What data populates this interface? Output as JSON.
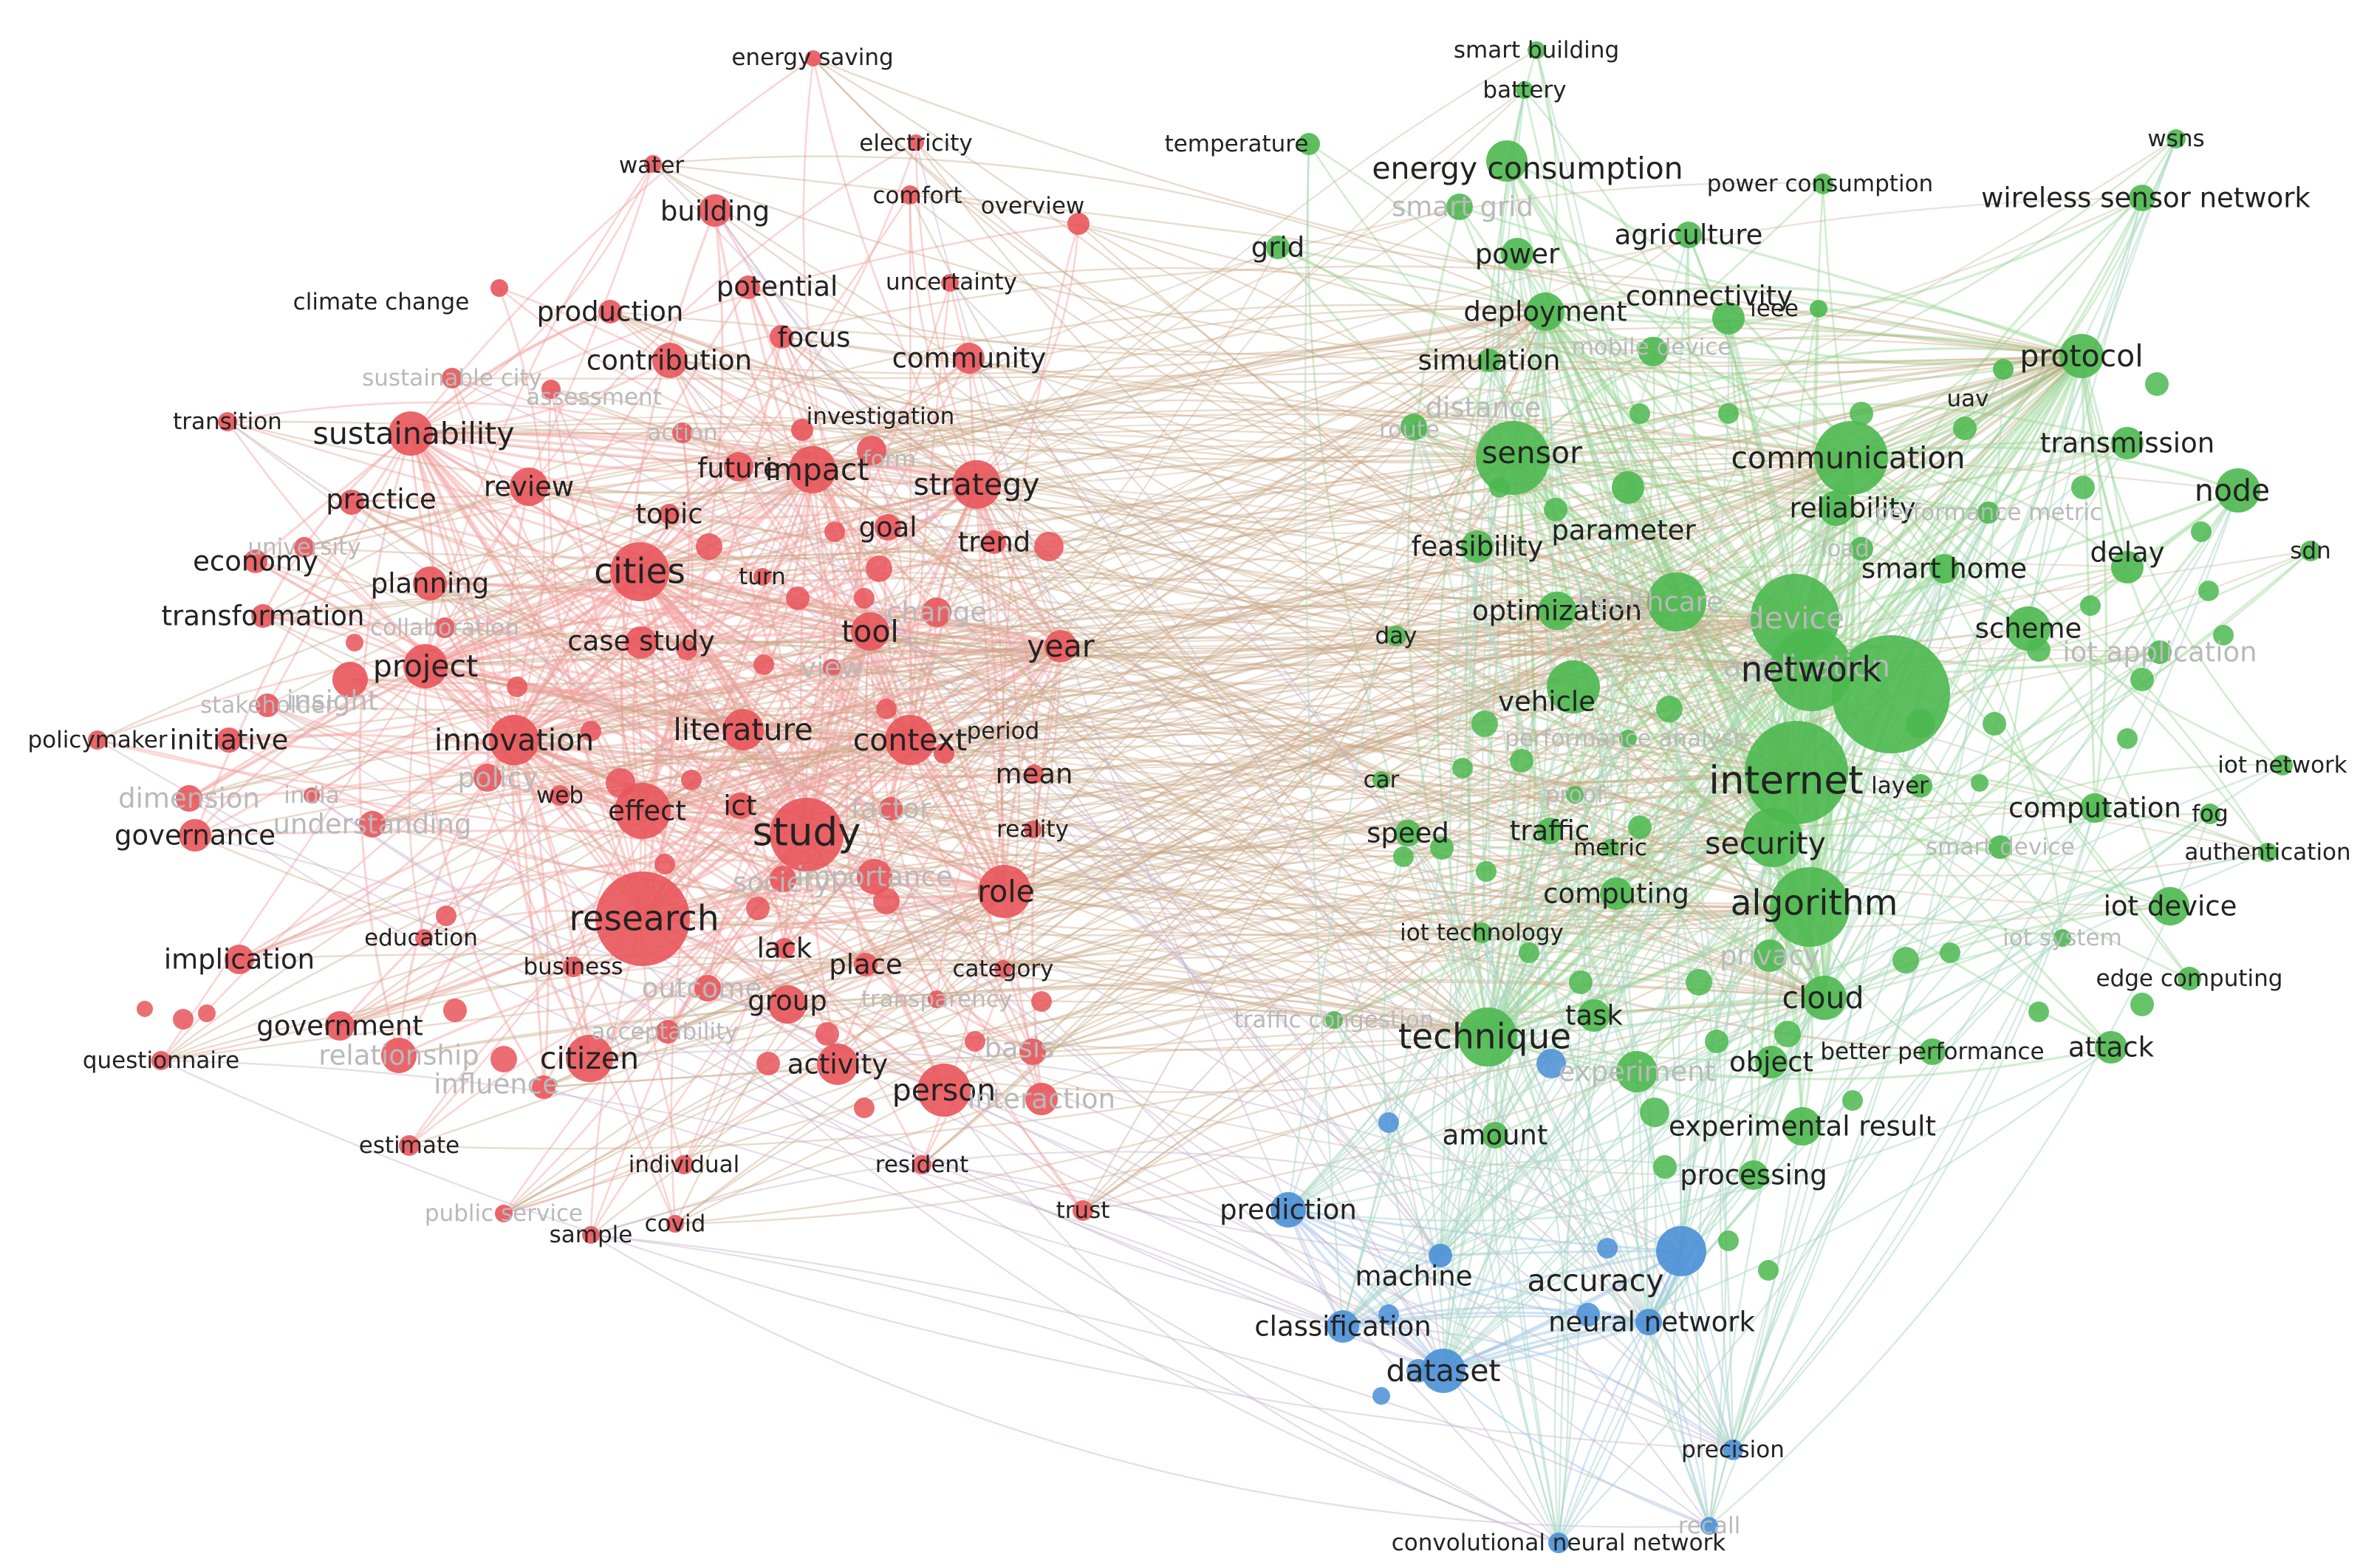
{
  "clusters": {
    "red": "#e8555b",
    "green": "#4cb84f",
    "blue": "#4a8fd6"
  },
  "edge_colors": {
    "red": "#f2a19f",
    "green": "#9bd896",
    "blue": "#9cc4ea",
    "red-green": "#c7a583",
    "red-blue": "#c6b2cf",
    "green-blue": "#a9d8c3"
  },
  "terms": [
    {
      "label": "energy saving",
      "cluster": "red",
      "weight": 1,
      "faded": false
    },
    {
      "label": "water",
      "cluster": "red",
      "weight": 1,
      "faded": false
    },
    {
      "label": "electricity",
      "cluster": "red",
      "weight": 1,
      "faded": false
    },
    {
      "label": "comfort",
      "cluster": "red",
      "weight": 1,
      "faded": false
    },
    {
      "label": "overview",
      "cluster": "red",
      "weight": 1,
      "faded": false
    },
    {
      "label": "building",
      "cluster": "red",
      "weight": 2,
      "faded": false
    },
    {
      "label": "climate change",
      "cluster": "red",
      "weight": 1,
      "faded": false
    },
    {
      "label": "potential",
      "cluster": "red",
      "weight": 2,
      "faded": false
    },
    {
      "label": "uncertainty",
      "cluster": "red",
      "weight": 1,
      "faded": false
    },
    {
      "label": "production",
      "cluster": "red",
      "weight": 2,
      "faded": false
    },
    {
      "label": "focus",
      "cluster": "red",
      "weight": 2,
      "faded": false
    },
    {
      "label": "contribution",
      "cluster": "red",
      "weight": 2,
      "faded": false
    },
    {
      "label": "community",
      "cluster": "red",
      "weight": 2,
      "faded": false
    },
    {
      "label": "sustainable city",
      "cluster": "red",
      "weight": 1,
      "faded": true
    },
    {
      "label": "assessment",
      "cluster": "red",
      "weight": 1,
      "faded": true
    },
    {
      "label": "investigation",
      "cluster": "red",
      "weight": 1,
      "faded": false
    },
    {
      "label": "transition",
      "cluster": "red",
      "weight": 1,
      "faded": false
    },
    {
      "label": "sustainability",
      "cluster": "red",
      "weight": 3,
      "faded": false
    },
    {
      "label": "action",
      "cluster": "red",
      "weight": 1,
      "faded": true
    },
    {
      "label": "form",
      "cluster": "red",
      "weight": 1,
      "faded": true
    },
    {
      "label": "review",
      "cluster": "red",
      "weight": 2,
      "faded": false
    },
    {
      "label": "future",
      "cluster": "red",
      "weight": 2,
      "faded": false
    },
    {
      "label": "impact",
      "cluster": "red",
      "weight": 3,
      "faded": false
    },
    {
      "label": "strategy",
      "cluster": "red",
      "weight": 3,
      "faded": false
    },
    {
      "label": "practice",
      "cluster": "red",
      "weight": 2,
      "faded": false
    },
    {
      "label": "topic",
      "cluster": "red",
      "weight": 2,
      "faded": false
    },
    {
      "label": "goal",
      "cluster": "red",
      "weight": 2,
      "faded": false
    },
    {
      "label": "trend",
      "cluster": "red",
      "weight": 2,
      "faded": false
    },
    {
      "label": "university",
      "cluster": "red",
      "weight": 1,
      "faded": true
    },
    {
      "label": "economy",
      "cluster": "red",
      "weight": 2,
      "faded": false
    },
    {
      "label": "planning",
      "cluster": "red",
      "weight": 2,
      "faded": false
    },
    {
      "label": "cities",
      "cluster": "red",
      "weight": 4,
      "faded": false
    },
    {
      "label": "turn",
      "cluster": "red",
      "weight": 1,
      "faded": false
    },
    {
      "label": "transformation",
      "cluster": "red",
      "weight": 2,
      "faded": false
    },
    {
      "label": "collaboration",
      "cluster": "red",
      "weight": 1,
      "faded": true
    },
    {
      "label": "case study",
      "cluster": "red",
      "weight": 2,
      "faded": false
    },
    {
      "label": "change",
      "cluster": "red",
      "weight": 2,
      "faded": true
    },
    {
      "label": "tool",
      "cluster": "red",
      "weight": 3,
      "faded": false
    },
    {
      "label": "year",
      "cluster": "red",
      "weight": 3,
      "faded": false
    },
    {
      "label": "project",
      "cluster": "red",
      "weight": 3,
      "faded": false
    },
    {
      "label": "view",
      "cluster": "red",
      "weight": 2,
      "faded": true
    },
    {
      "label": "stakeholder",
      "cluster": "red",
      "weight": 1,
      "faded": true
    },
    {
      "label": "insight",
      "cluster": "red",
      "weight": 2,
      "faded": true
    },
    {
      "label": "policymaker",
      "cluster": "red",
      "weight": 1,
      "faded": false
    },
    {
      "label": "initiative",
      "cluster": "red",
      "weight": 2,
      "faded": false
    },
    {
      "label": "innovation",
      "cluster": "red",
      "weight": 3,
      "faded": false
    },
    {
      "label": "literature",
      "cluster": "red",
      "weight": 3,
      "faded": false
    },
    {
      "label": "context",
      "cluster": "red",
      "weight": 3,
      "faded": false
    },
    {
      "label": "period",
      "cluster": "red",
      "weight": 1,
      "faded": false
    },
    {
      "label": "mean",
      "cluster": "red",
      "weight": 2,
      "faded": false
    },
    {
      "label": "dimension",
      "cluster": "red",
      "weight": 2,
      "faded": true
    },
    {
      "label": "india",
      "cluster": "red",
      "weight": 1,
      "faded": true
    },
    {
      "label": "policy",
      "cluster": "red",
      "weight": 2,
      "faded": true
    },
    {
      "label": "web",
      "cluster": "red",
      "weight": 1,
      "faded": false
    },
    {
      "label": "effect",
      "cluster": "red",
      "weight": 2,
      "faded": false
    },
    {
      "label": "ict",
      "cluster": "red",
      "weight": 2,
      "faded": false
    },
    {
      "label": "factor",
      "cluster": "red",
      "weight": 2,
      "faded": true
    },
    {
      "label": "study",
      "cluster": "red",
      "weight": 5,
      "faded": false
    },
    {
      "label": "reality",
      "cluster": "red",
      "weight": 1,
      "faded": false
    },
    {
      "label": "governance",
      "cluster": "red",
      "weight": 2,
      "faded": false
    },
    {
      "label": "understanding",
      "cluster": "red",
      "weight": 2,
      "faded": true
    },
    {
      "label": "society",
      "cluster": "red",
      "weight": 2,
      "faded": true
    },
    {
      "label": "importance",
      "cluster": "red",
      "weight": 2,
      "faded": true
    },
    {
      "label": "role",
      "cluster": "red",
      "weight": 3,
      "faded": false
    },
    {
      "label": "research",
      "cluster": "red",
      "weight": 4,
      "faded": false
    },
    {
      "label": "education",
      "cluster": "red",
      "weight": 1,
      "faded": false
    },
    {
      "label": "lack",
      "cluster": "red",
      "weight": 2,
      "faded": false
    },
    {
      "label": "implication",
      "cluster": "red",
      "weight": 2,
      "faded": false
    },
    {
      "label": "business",
      "cluster": "red",
      "weight": 1,
      "faded": false
    },
    {
      "label": "place",
      "cluster": "red",
      "weight": 2,
      "faded": false
    },
    {
      "label": "category",
      "cluster": "red",
      "weight": 1,
      "faded": false
    },
    {
      "label": "outcome",
      "cluster": "red",
      "weight": 2,
      "faded": true
    },
    {
      "label": "group",
      "cluster": "red",
      "weight": 2,
      "faded": false
    },
    {
      "label": "transparency",
      "cluster": "red",
      "weight": 1,
      "faded": true
    },
    {
      "label": "government",
      "cluster": "red",
      "weight": 2,
      "faded": false
    },
    {
      "label": "acceptability",
      "cluster": "red",
      "weight": 1,
      "faded": true
    },
    {
      "label": "questionnaire",
      "cluster": "red",
      "weight": 1,
      "faded": false
    },
    {
      "label": "relationship",
      "cluster": "red",
      "weight": 2,
      "faded": true
    },
    {
      "label": "citizen",
      "cluster": "red",
      "weight": 3,
      "faded": false
    },
    {
      "label": "activity",
      "cluster": "red",
      "weight": 2,
      "faded": false
    },
    {
      "label": "basis",
      "cluster": "red",
      "weight": 2,
      "faded": true
    },
    {
      "label": "influence",
      "cluster": "red",
      "weight": 2,
      "faded": true
    },
    {
      "label": "person",
      "cluster": "red",
      "weight": 3,
      "faded": false
    },
    {
      "label": "interaction",
      "cluster": "red",
      "weight": 2,
      "faded": true
    },
    {
      "label": "estimate",
      "cluster": "red",
      "weight": 1,
      "faded": false
    },
    {
      "label": "individual",
      "cluster": "red",
      "weight": 1,
      "faded": false
    },
    {
      "label": "resident",
      "cluster": "red",
      "weight": 1,
      "faded": false
    },
    {
      "label": "trust",
      "cluster": "red",
      "weight": 1,
      "faded": false
    },
    {
      "label": "public service",
      "cluster": "red",
      "weight": 1,
      "faded": true
    },
    {
      "label": "sample",
      "cluster": "red",
      "weight": 1,
      "faded": false
    },
    {
      "label": "covid",
      "cluster": "red",
      "weight": 1,
      "faded": false
    },
    {
      "label": "smart building",
      "cluster": "green",
      "weight": 1,
      "faded": false
    },
    {
      "label": "battery",
      "cluster": "green",
      "weight": 1,
      "faded": false
    },
    {
      "label": "wsns",
      "cluster": "green",
      "weight": 1,
      "faded": false
    },
    {
      "label": "temperature",
      "cluster": "green",
      "weight": 1,
      "faded": false
    },
    {
      "label": "energy consumption",
      "cluster": "green",
      "weight": 3,
      "faded": false
    },
    {
      "label": "power consumption",
      "cluster": "green",
      "weight": 1,
      "faded": false
    },
    {
      "label": "smart grid",
      "cluster": "green",
      "weight": 2,
      "faded": true
    },
    {
      "label": "wireless sensor network",
      "cluster": "green",
      "weight": 2,
      "faded": false
    },
    {
      "label": "grid",
      "cluster": "green",
      "weight": 2,
      "faded": false
    },
    {
      "label": "agriculture",
      "cluster": "green",
      "weight": 2,
      "faded": false
    },
    {
      "label": "power",
      "cluster": "green",
      "weight": 2,
      "faded": false
    },
    {
      "label": "connectivity",
      "cluster": "green",
      "weight": 2,
      "faded": false
    },
    {
      "label": "ieee",
      "cluster": "green",
      "weight": 1,
      "faded": false
    },
    {
      "label": "deployment",
      "cluster": "green",
      "weight": 2,
      "faded": false
    },
    {
      "label": "mobile device",
      "cluster": "green",
      "weight": 1,
      "faded": true
    },
    {
      "label": "simulation",
      "cluster": "green",
      "weight": 2,
      "faded": false
    },
    {
      "label": "protocol",
      "cluster": "green",
      "weight": 3,
      "faded": false
    },
    {
      "label": "uav",
      "cluster": "green",
      "weight": 1,
      "faded": false
    },
    {
      "label": "distance",
      "cluster": "green",
      "weight": 2,
      "faded": true
    },
    {
      "label": "route",
      "cluster": "green",
      "weight": 1,
      "faded": true
    },
    {
      "label": "sensor",
      "cluster": "green",
      "weight": 3,
      "faded": false
    },
    {
      "label": "communication",
      "cluster": "green",
      "weight": 3,
      "faded": false
    },
    {
      "label": "transmission",
      "cluster": "green",
      "weight": 2,
      "faded": false
    },
    {
      "label": "node",
      "cluster": "green",
      "weight": 3,
      "faded": false
    },
    {
      "label": "reliability",
      "cluster": "green",
      "weight": 2,
      "faded": false
    },
    {
      "label": "performance metric",
      "cluster": "green",
      "weight": 1,
      "faded": true
    },
    {
      "label": "parameter",
      "cluster": "green",
      "weight": 2,
      "faded": false
    },
    {
      "label": "feasibility",
      "cluster": "green",
      "weight": 2,
      "faded": false
    },
    {
      "label": "load",
      "cluster": "green",
      "weight": 1,
      "faded": true
    },
    {
      "label": "smart home",
      "cluster": "green",
      "weight": 2,
      "faded": false
    },
    {
      "label": "delay",
      "cluster": "green",
      "weight": 2,
      "faded": false
    },
    {
      "label": "sdn",
      "cluster": "green",
      "weight": 1,
      "faded": false
    },
    {
      "label": "optimization",
      "cluster": "green",
      "weight": 2,
      "faded": false
    },
    {
      "label": "healthcare",
      "cluster": "green",
      "weight": 2,
      "faded": true
    },
    {
      "label": "device",
      "cluster": "green",
      "weight": 3,
      "faded": true
    },
    {
      "label": "scheme",
      "cluster": "green",
      "weight": 2,
      "faded": false
    },
    {
      "label": "day",
      "cluster": "green",
      "weight": 1,
      "faded": false
    },
    {
      "label": "iot application",
      "cluster": "green",
      "weight": 2,
      "faded": true
    },
    {
      "label": "vehicle",
      "cluster": "green",
      "weight": 2,
      "faded": false
    },
    {
      "label": "application",
      "cluster": "green",
      "weight": 3,
      "faded": true
    },
    {
      "label": "network",
      "cluster": "green",
      "weight": 4,
      "faded": false
    },
    {
      "label": "performance analysis",
      "cluster": "green",
      "weight": 1,
      "faded": true
    },
    {
      "label": "iot network",
      "cluster": "green",
      "weight": 1,
      "faded": false
    },
    {
      "label": "car",
      "cluster": "green",
      "weight": 1,
      "faded": false
    },
    {
      "label": "proof",
      "cluster": "green",
      "weight": 1,
      "faded": true
    },
    {
      "label": "internet",
      "cluster": "green",
      "weight": 5,
      "faded": false
    },
    {
      "label": "layer",
      "cluster": "green",
      "weight": 1,
      "faded": false
    },
    {
      "label": "computation",
      "cluster": "green",
      "weight": 2,
      "faded": false
    },
    {
      "label": "fog",
      "cluster": "green",
      "weight": 1,
      "faded": false
    },
    {
      "label": "speed",
      "cluster": "green",
      "weight": 2,
      "faded": false
    },
    {
      "label": "traffic",
      "cluster": "green",
      "weight": 2,
      "faded": false
    },
    {
      "label": "metric",
      "cluster": "green",
      "weight": 1,
      "faded": false
    },
    {
      "label": "security",
      "cluster": "green",
      "weight": 3,
      "faded": false
    },
    {
      "label": "smart device",
      "cluster": "green",
      "weight": 1,
      "faded": true
    },
    {
      "label": "authentication",
      "cluster": "green",
      "weight": 1,
      "faded": false
    },
    {
      "label": "computing",
      "cluster": "green",
      "weight": 2,
      "faded": false
    },
    {
      "label": "algorithm",
      "cluster": "green",
      "weight": 4,
      "faded": false
    },
    {
      "label": "iot device",
      "cluster": "green",
      "weight": 2,
      "faded": false
    },
    {
      "label": "iot technology",
      "cluster": "green",
      "weight": 1,
      "faded": false
    },
    {
      "label": "iot system",
      "cluster": "green",
      "weight": 1,
      "faded": true
    },
    {
      "label": "privacy",
      "cluster": "green",
      "weight": 2,
      "faded": true
    },
    {
      "label": "edge computing",
      "cluster": "green",
      "weight": 1,
      "faded": false
    },
    {
      "label": "cloud",
      "cluster": "green",
      "weight": 3,
      "faded": false
    },
    {
      "label": "traffic congestion",
      "cluster": "green",
      "weight": 1,
      "faded": true
    },
    {
      "label": "task",
      "cluster": "green",
      "weight": 2,
      "faded": false
    },
    {
      "label": "technique",
      "cluster": "green",
      "weight": 4,
      "faded": false
    },
    {
      "label": "better performance",
      "cluster": "green",
      "weight": 1,
      "faded": false
    },
    {
      "label": "attack",
      "cluster": "green",
      "weight": 2,
      "faded": false
    },
    {
      "label": "experiment",
      "cluster": "green",
      "weight": 2,
      "faded": true
    },
    {
      "label": "object",
      "cluster": "green",
      "weight": 2,
      "faded": false
    },
    {
      "label": "amount",
      "cluster": "green",
      "weight": 2,
      "faded": false
    },
    {
      "label": "experimental result",
      "cluster": "green",
      "weight": 2,
      "faded": false
    },
    {
      "label": "processing",
      "cluster": "green",
      "weight": 2,
      "faded": false
    },
    {
      "label": "prediction",
      "cluster": "blue",
      "weight": 2,
      "faded": false
    },
    {
      "label": "machine",
      "cluster": "blue",
      "weight": 2,
      "faded": false
    },
    {
      "label": "accuracy",
      "cluster": "blue",
      "weight": 3,
      "faded": false
    },
    {
      "label": "classification",
      "cluster": "blue",
      "weight": 2,
      "faded": false
    },
    {
      "label": "neural network",
      "cluster": "blue",
      "weight": 2,
      "faded": false
    },
    {
      "label": "dataset",
      "cluster": "blue",
      "weight": 3,
      "faded": false
    },
    {
      "label": "precision",
      "cluster": "blue",
      "weight": 1,
      "faded": false
    },
    {
      "label": "recall",
      "cluster": "blue",
      "weight": 1,
      "faded": true
    },
    {
      "label": "convolutional neural network",
      "cluster": "blue",
      "weight": 1,
      "faded": false
    }
  ]
}
